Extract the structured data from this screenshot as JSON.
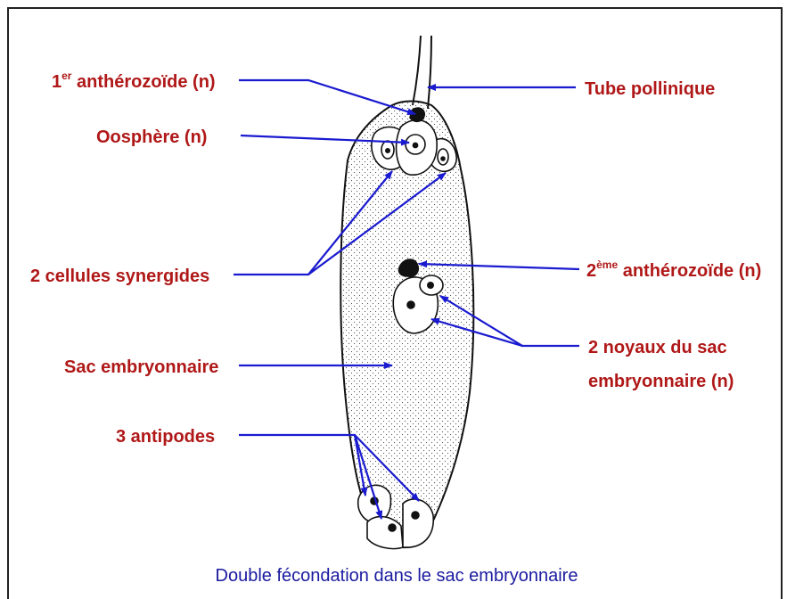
{
  "colors": {
    "label": "#b01818",
    "arrow": "#1a1ad0",
    "caption": "#1a1aa0",
    "outline": "#111111"
  },
  "labels": {
    "antherozoid1": {
      "base": "1",
      "sup": "er",
      "rest": " anthérozoïde (n)"
    },
    "oosphere": "Oosphère (n)",
    "synergids": "2 cellules synergides",
    "embryo_sac": "Sac embryonnaire",
    "antipodes": "3 antipodes",
    "pollen_tube": "Tube pollinique",
    "antherozoid2": {
      "base": "2",
      "sup": "ème",
      "rest": " anthérozoïde (n)"
    },
    "polar_nuclei_line1": "2 noyaux du sac",
    "polar_nuclei_line2": "embryonnaire (n)"
  },
  "caption": "Double fécondation dans le sac embryonnaire"
}
